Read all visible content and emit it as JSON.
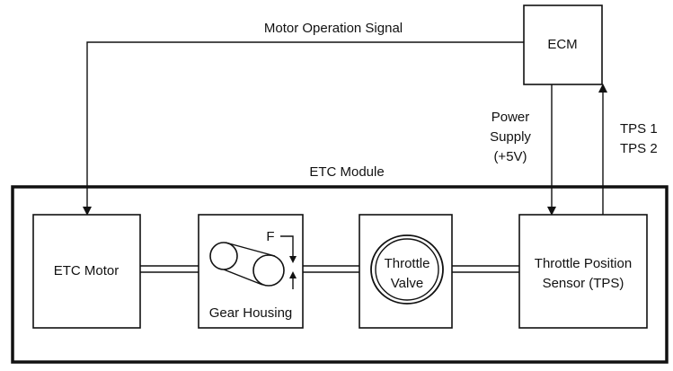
{
  "labels": {
    "motor_operation_signal": "Motor Operation Signal",
    "ecm": "ECM",
    "power_supply_line1": "Power",
    "power_supply_line2": "Supply",
    "power_supply_line3": "(+5V)",
    "tps1": "TPS 1",
    "tps2": "TPS 2",
    "etc_module": "ETC Module",
    "etc_motor": "ETC Motor",
    "gear_housing": "Gear Housing",
    "f_label": "F",
    "throttle_valve_line1": "Throttle",
    "throttle_valve_line2": "Valve",
    "tps_line1": "Throttle Position",
    "tps_line2": "Sensor (TPS)"
  }
}
